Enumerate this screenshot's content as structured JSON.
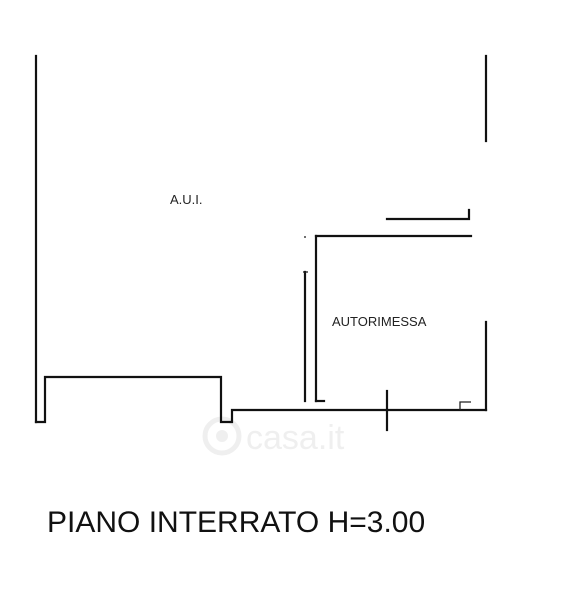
{
  "plan": {
    "rooms": [
      {
        "id": "aui",
        "label": "A.U.I."
      },
      {
        "id": "autorimessa",
        "label": "AUTORIMESSA"
      }
    ],
    "caption": "PIANO INTERRATO H=3.00"
  },
  "watermark": {
    "text": "casa.it",
    "color": "#eeeeee"
  },
  "colors": {
    "wall": "#111111",
    "background": "#ffffff"
  }
}
